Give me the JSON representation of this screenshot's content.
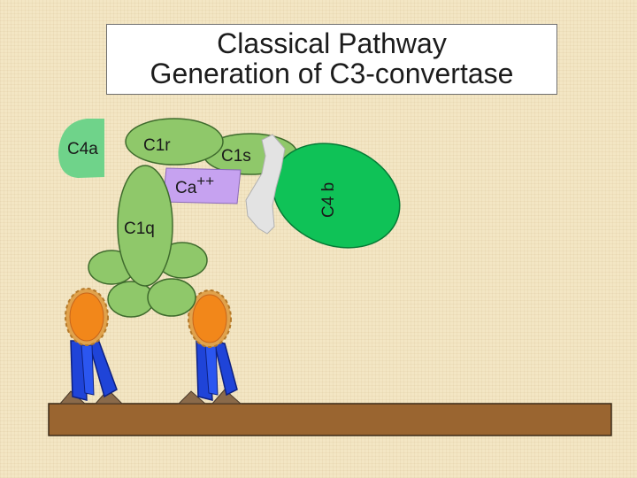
{
  "title": {
    "line1": "Classical Pathway",
    "line2": "Generation of C3-convertase"
  },
  "labels": {
    "c4a": "C4a",
    "c1r": "C1r",
    "c1s": "C1s",
    "ca": "Ca",
    "ca_sup": "++",
    "c1q": "C1q",
    "c4b": "C4 b"
  },
  "colors": {
    "c4a": "#6fd38a",
    "c1q": "#8fc86a",
    "c1q_outline": "#3f6b2d",
    "calcium": "#c6a2f0",
    "c4b": "#0fc257",
    "c1s_cleft": "#e3e3e3",
    "antibody_heavy": "#1f44d8",
    "antigen": "#f2871a",
    "antigen_fringe": "#e0a24c",
    "membrane": "#9a6530",
    "membrane_outline": "#3b2a17",
    "anchor": "#8a6a4a"
  },
  "icons": [
    "antibody-icon",
    "antigen-icon"
  ]
}
